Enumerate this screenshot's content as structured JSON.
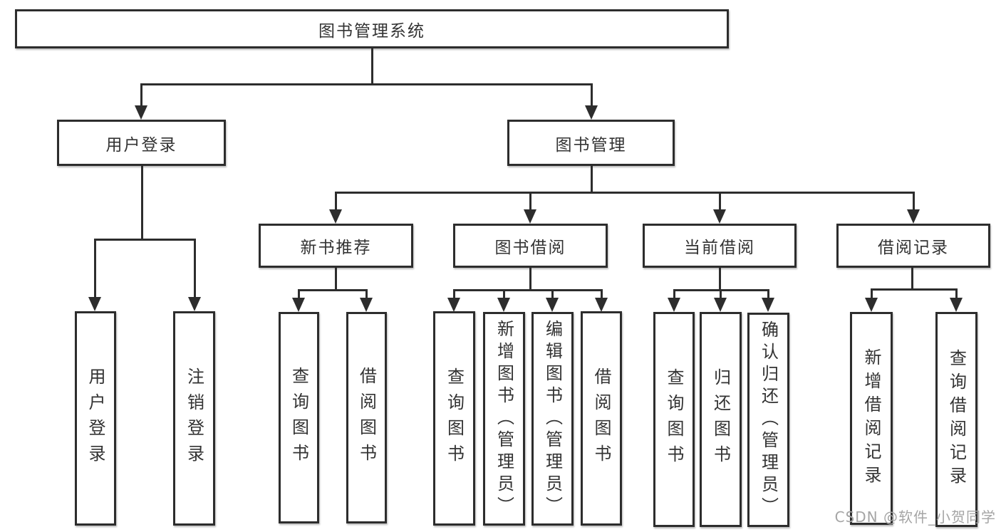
{
  "watermark": {
    "text": "CSDN @软件_小贺同学"
  },
  "colors": {
    "line": "#2d2d2d",
    "box_border": "#2d2d2d",
    "box_fill": "#ffffff",
    "text": "#333333",
    "watermark": "#a5a5a5"
  },
  "diagram": {
    "nodes": [
      {
        "id": "root",
        "label": "图书管理系统",
        "level": 1,
        "parent": null
      },
      {
        "id": "user-login",
        "label": "用户登录",
        "level": 2,
        "parent": "root"
      },
      {
        "id": "book-mgmt",
        "label": "图书管理",
        "level": 2,
        "parent": "root"
      },
      {
        "id": "new-book-rec",
        "label": "新书推荐",
        "level": 3,
        "parent": "book-mgmt"
      },
      {
        "id": "book-borrow",
        "label": "图书借阅",
        "level": 3,
        "parent": "book-mgmt"
      },
      {
        "id": "current-borrow",
        "label": "当前借阅",
        "level": 3,
        "parent": "book-mgmt"
      },
      {
        "id": "borrow-records",
        "label": "借阅记录",
        "level": 3,
        "parent": "book-mgmt"
      },
      {
        "id": "login",
        "label": "用户登录",
        "level": 3,
        "parent": "user-login"
      },
      {
        "id": "logout",
        "label": "注销登录",
        "level": 3,
        "parent": "user-login"
      },
      {
        "id": "nbr-query-book",
        "label": "查询图书",
        "level": 4,
        "parent": "new-book-rec"
      },
      {
        "id": "nbr-borrow-book",
        "label": "借阅图书",
        "level": 4,
        "parent": "new-book-rec"
      },
      {
        "id": "bb-query-book",
        "label": "查询图书",
        "level": 4,
        "parent": "book-borrow"
      },
      {
        "id": "bb-add-book",
        "label": "新增图书（管理员）",
        "level": 4,
        "parent": "book-borrow"
      },
      {
        "id": "bb-edit-book",
        "label": "编辑图书（管理员）",
        "level": 4,
        "parent": "book-borrow"
      },
      {
        "id": "bb-borrow-book",
        "label": "借阅图书",
        "level": 4,
        "parent": "book-borrow"
      },
      {
        "id": "cb-query-book",
        "label": "查询图书",
        "level": 4,
        "parent": "current-borrow"
      },
      {
        "id": "cb-return-book",
        "label": "归还图书",
        "level": 4,
        "parent": "current-borrow"
      },
      {
        "id": "cb-confirm-return",
        "label": "确认归还（管理员）",
        "level": 4,
        "parent": "current-borrow"
      },
      {
        "id": "br-add-record",
        "label": "新增借阅记录",
        "level": 4,
        "parent": "borrow-records"
      },
      {
        "id": "br-query-record",
        "label": "查询借阅记录",
        "level": 4,
        "parent": "borrow-records"
      }
    ]
  }
}
